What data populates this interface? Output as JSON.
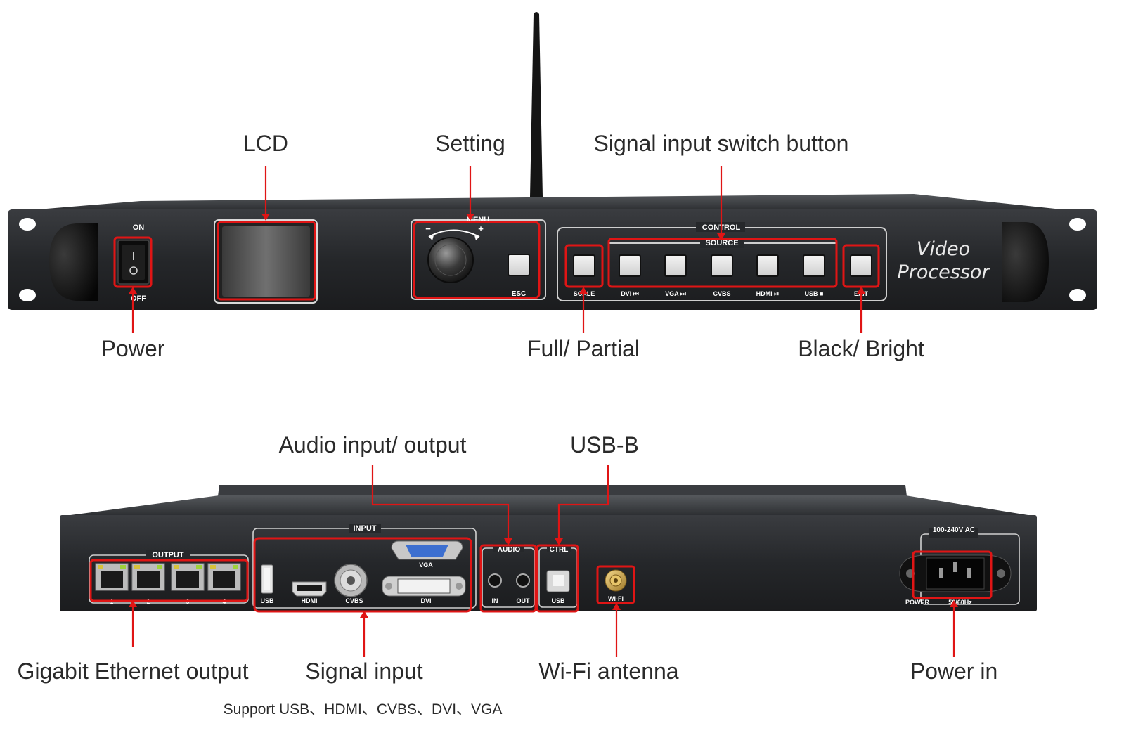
{
  "callouts": {
    "lcd": "LCD",
    "setting": "Setting",
    "signal_switch": "Signal input switch button",
    "power": "Power",
    "full_partial": "Full/ Partial",
    "black_bright": "Black/ Bright",
    "audio_io": "Audio input/ output",
    "usb_b": "USB-B",
    "gigabit_output": "Gigabit Ethernet output",
    "signal_input": "Signal input",
    "signal_input_note": "Support USB、HDMI、CVBS、DVI、VGA",
    "wifi_antenna": "Wi-Fi antenna",
    "power_in": "Power in"
  },
  "front_panel": {
    "switch_on": "ON",
    "switch_off": "OFF",
    "menu": "MENU",
    "minus": "−",
    "plus": "+",
    "esc": "ESC",
    "control": "CONTROL",
    "source": "SOURCE",
    "buttons": [
      "SCALE",
      "DVI ⏮",
      "VGA ⏭",
      "CVBS",
      "HDMI ⏯",
      "USB ■",
      "EXIT"
    ],
    "brand_line1": "Video",
    "brand_line2": "Processor"
  },
  "rear_panel": {
    "output": "OUTPUT",
    "port_numbers": [
      "1",
      "2",
      "3",
      "4"
    ],
    "input": "INPUT",
    "usb": "USB",
    "hdmi": "HDMI",
    "cvbs": "CVBS",
    "dvi": "DVI",
    "vga": "VGA",
    "audio": "AUDIO",
    "audio_in": "IN",
    "audio_out": "OUT",
    "ctrl": "CTRL",
    "ctrl_usb": "USB",
    "wifi": "Wi-Fi",
    "voltage": "100-240V AC",
    "power": "POWER",
    "frequency": "50/60Hz"
  },
  "colors": {
    "highlight": "#e01515",
    "chassis": "#26282b",
    "label": "#2a2a2a"
  }
}
